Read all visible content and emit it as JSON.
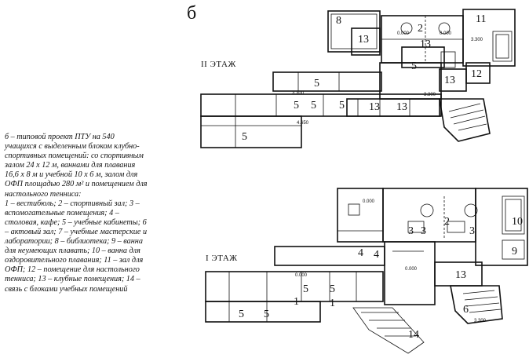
{
  "figure_letter": "б",
  "floor2_label": "II ЭТАЖ",
  "floor1_label": "I ЭТАЖ",
  "caption": "б – типовой проект ПТУ на 540\nучащихся с выделенным блоком клубно-\nспортивных помещений: со спортивным\nзалом 24 х 12 м, ваннами для плавания\n16,6 х 8 м и учебной 10 х 6 м, залом для\nОФП площадью 280 м² и помещением для\nнастольного тенниса:\n1 – вестибюль; 2 – спортивный зал; 3 –\nвспомогательные помещения; 4 –\nстоловая, кафе; 5 – учебные кабинеты; 6\n– актовый зал; 7 – учебные мастерские и\nлаборатории; 8 – библиотека; 9 – ванна\nдля неумеющих плавать; 10 – ванна для\nоздоровительного плавания; 11 – зал для\nОФП; 12 – помещение для настольного\nтенниса; 13 – клубные помещения; 14 –\nсвязь с блоками учебных помещений",
  "floor2_rooms": [
    "8",
    "13",
    "5",
    "13",
    "13",
    "13",
    "11",
    "12",
    "5",
    "5",
    "5",
    "5",
    "5",
    "13",
    "2"
  ],
  "floor1_rooms": [
    "4",
    "4",
    "3",
    "3",
    "3",
    "2",
    "10",
    "9",
    "5",
    "5",
    "5",
    "5",
    "13",
    "6",
    "1",
    "1",
    "14"
  ],
  "elevations": {
    "f2": [
      "0.000",
      "0.000",
      "3.300",
      "3.300",
      "3.300",
      "4.650"
    ],
    "f1": [
      "0.000",
      "0.000",
      "0.000",
      "3.300"
    ]
  }
}
